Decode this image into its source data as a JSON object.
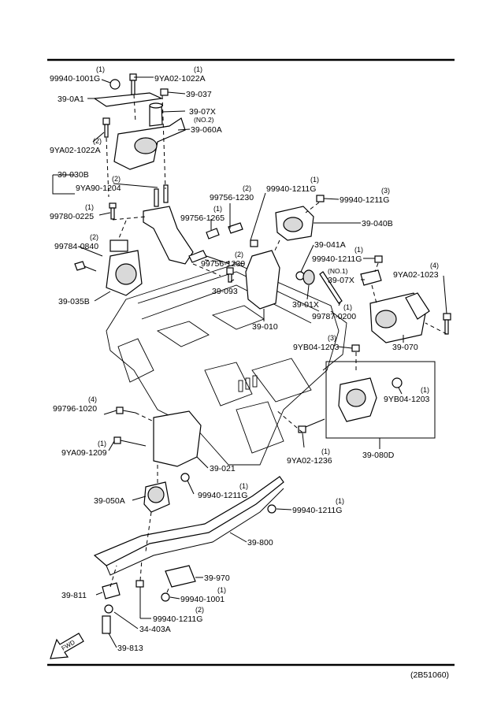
{
  "diagram_code": "(2B51060)",
  "fwd_label": "FWD",
  "labels": {
    "p_99940_1001_top": "99940-1001G",
    "p_99940_1001_top_qty": "(1)",
    "p_9ya02_1022a_top": "9YA02-1022A",
    "p_9ya02_1022a_top_qty": "(1)",
    "p_39_0a1": "39-0A1",
    "p_39_037": "39-037",
    "p_39_07x_no2": "39-07X",
    "p_39_07x_no2_sub": "(NO.2)",
    "p_39_060a": "39-060A",
    "p_9ya02_1022a_left": "9YA02-1022A",
    "p_9ya02_1022a_left_qty": "(2)",
    "p_39_030b": "39-030B",
    "p_9ya90_1204": "9YA90-1204",
    "p_9ya90_1204_qty": "(2)",
    "p_99780_0225": "99780-0225",
    "p_99780_0225_qty": "(1)",
    "p_99756_1230_top": "99756-1230",
    "p_99756_1230_top_qty": "(2)",
    "p_99756_1265": "99756-1265",
    "p_99756_1265_qty": "(1)",
    "p_99940_1211_a": "99940-1211G",
    "p_99940_1211_a_qty": "(1)",
    "p_99940_1211_b": "99940-1211G",
    "p_99940_1211_b_qty": "(3)",
    "p_39_040b": "39-040B",
    "p_99784_0840": "99784-0840",
    "p_99784_0840_qty": "(2)",
    "p_39_041a": "39-041A",
    "p_99756_1230_mid": "99756-1230",
    "p_99756_1230_mid_qty": "(2)",
    "p_99940_1211_c": "99940-1211G",
    "p_99940_1211_c_qty": "(1)",
    "p_39_07x_no1": "39-07X",
    "p_39_07x_no1_sub": "(NO.1)",
    "p_9ya02_1023": "9YA02-1023",
    "p_9ya02_1023_qty": "(4)",
    "p_39_035b": "39-035B",
    "p_39_093": "39-093",
    "p_39_01x": "39-01X",
    "p_99787_0200": "99787-0200",
    "p_99787_0200_qty": "(1)",
    "p_39_010": "39-010",
    "p_9yb04_1203_a": "9YB04-1203",
    "p_9yb04_1203_a_qty": "(3)",
    "p_39_070": "39-070",
    "p_9yb04_1203_b": "9YB04-1203",
    "p_9yb04_1203_b_qty": "(1)",
    "p_99796_1020": "99796-1020",
    "p_99796_1020_qty": "(4)",
    "p_9ya09_1209": "9YA09-1209",
    "p_9ya09_1209_qty": "(1)",
    "p_39_021": "39-021",
    "p_9ya02_1236": "9YA02-1236",
    "p_9ya02_1236_qty": "(1)",
    "p_39_080d": "39-080D",
    "p_39_050a": "39-050A",
    "p_99940_1211_d": "99940-1211G",
    "p_99940_1211_d_qty": "(1)",
    "p_99940_1211_e": "99940-1211G",
    "p_99940_1211_e_qty": "(1)",
    "p_39_800": "39-800",
    "p_39_970": "39-970",
    "p_99940_1001_bottom": "99940-1001",
    "p_99940_1001_bottom_qty": "(1)",
    "p_39_811": "39-811",
    "p_99940_1211_f": "99940-1211G",
    "p_99940_1211_f_qty": "(2)",
    "p_34_403a": "34-403A",
    "p_39_813": "39-813"
  }
}
